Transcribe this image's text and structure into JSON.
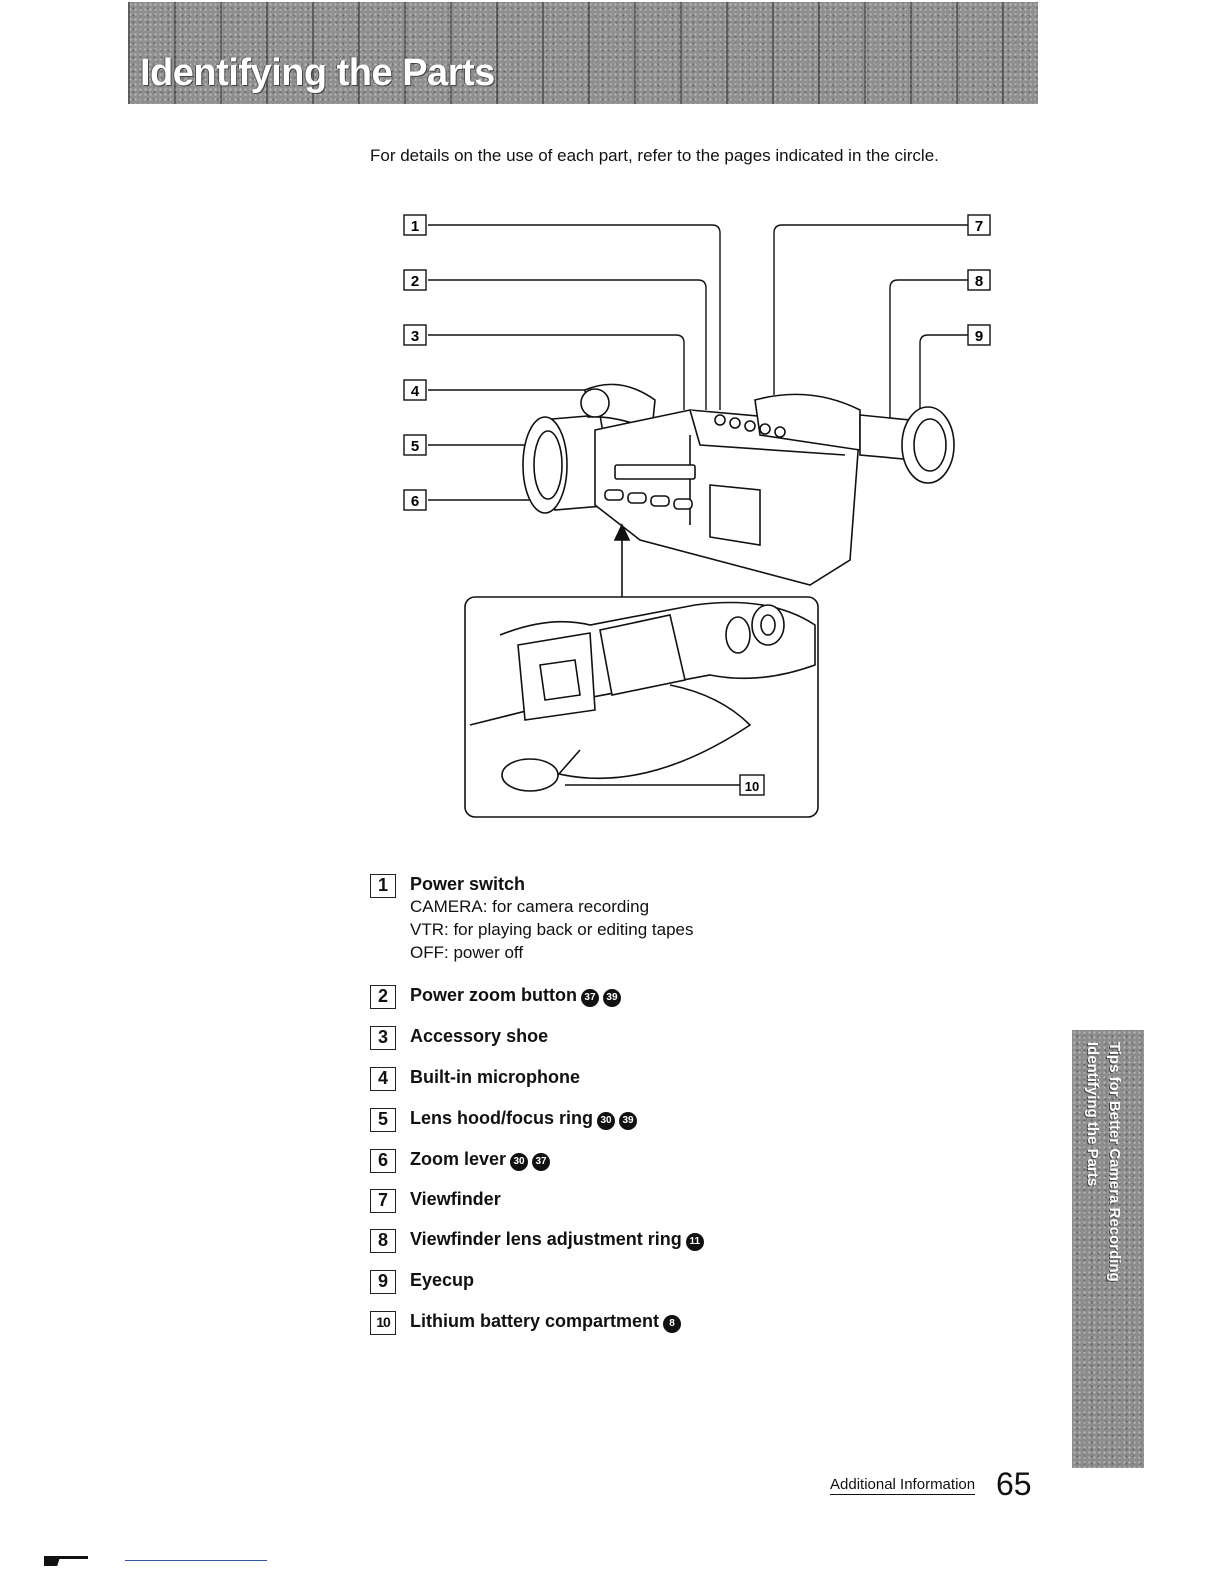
{
  "header": {
    "title": "Identifying the Parts"
  },
  "intro": "For details on the use of each part, refer to the pages indicated in the circle.",
  "diagram": {
    "callouts": [
      "1",
      "2",
      "3",
      "4",
      "5",
      "6",
      "7",
      "8",
      "9",
      "10"
    ]
  },
  "parts": [
    {
      "num": "1",
      "title": "Power switch",
      "refs": [],
      "desc": [
        "CAMERA:  for camera recording",
        "VTR:  for playing back or editing tapes",
        "OFF:  power off"
      ]
    },
    {
      "num": "2",
      "title": "Power zoom button",
      "refs": [
        "37",
        "39"
      ]
    },
    {
      "num": "3",
      "title": "Accessory shoe",
      "refs": []
    },
    {
      "num": "4",
      "title": "Built-in microphone",
      "refs": []
    },
    {
      "num": "5",
      "title": "Lens hood/focus ring",
      "refs": [
        "30",
        "39"
      ]
    },
    {
      "num": "6",
      "title": "Zoom lever",
      "refs": [
        "30",
        "37"
      ]
    },
    {
      "num": "7",
      "title": "Viewfinder",
      "refs": []
    },
    {
      "num": "8",
      "title": "Viewfinder lens adjustment ring",
      "refs": [
        "11"
      ]
    },
    {
      "num": "9",
      "title": "Eyecup",
      "refs": []
    },
    {
      "num": "10",
      "title": "Lithium battery compartment",
      "refs": [
        "8"
      ]
    }
  ],
  "side_tab": {
    "line1": "Tips for Better Camera Recording",
    "line2": "Identifying the Parts"
  },
  "footer": {
    "section": "Additional Information",
    "page": "65"
  }
}
